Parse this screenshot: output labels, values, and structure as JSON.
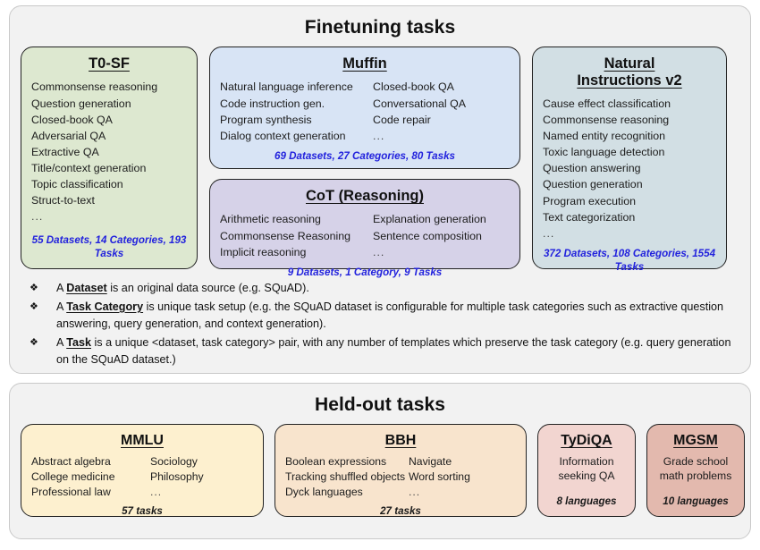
{
  "finetuning": {
    "title": "Finetuning tasks",
    "cards": [
      {
        "id": "t0sf",
        "title": "T0-SF",
        "columns": [
          [
            "Commonsense reasoning",
            "Question generation",
            "Closed-book QA",
            "Adversarial QA",
            "Extractive QA",
            "Title/context generation",
            "Topic classification",
            "Struct-to-text",
            "..."
          ]
        ],
        "stat": "55 Datasets, 14 Categories, 193 Tasks",
        "color": "#dde8d0"
      },
      {
        "id": "muffin",
        "title": "Muffin",
        "columns": [
          [
            "Natural language inference",
            "Code instruction gen.",
            "Program synthesis",
            "Dialog context generation"
          ],
          [
            "Closed-book QA",
            "Conversational QA",
            "Code repair",
            "..."
          ]
        ],
        "stat": "69 Datasets, 27 Categories, 80 Tasks",
        "color": "#d8e4f5"
      },
      {
        "id": "cot",
        "title": "CoT (Reasoning)",
        "columns": [
          [
            "Arithmetic reasoning",
            "Commonsense Reasoning",
            "Implicit reasoning"
          ],
          [
            "Explanation generation",
            "Sentence composition",
            "..."
          ]
        ],
        "stat": "9 Datasets, 1 Category, 9 Tasks",
        "color": "#d6d2e8"
      },
      {
        "id": "niv2",
        "title_line1": "Natural",
        "title_line2": "Instructions v2",
        "columns": [
          [
            "Cause effect classification",
            "Commonsense reasoning",
            "Named entity recognition",
            "Toxic language detection",
            "Question answering",
            "Question generation",
            "Program execution",
            "Text categorization",
            "..."
          ]
        ],
        "stat": "372 Datasets, 108 Categories, 1554 Tasks",
        "color": "#d2dfe4"
      }
    ],
    "legend": [
      {
        "bullet": "❖",
        "prefix": "A ",
        "term": "Dataset",
        "suffix": " is an original data source (e.g. SQuAD)."
      },
      {
        "bullet": "❖",
        "prefix": "A ",
        "term": "Task Category",
        "suffix": " is unique task setup (e.g. the SQuAD dataset is configurable for multiple task categories such as extractive question answering, query generation, and context generation)."
      },
      {
        "bullet": "❖",
        "prefix": "A ",
        "term": "Task",
        "suffix": " is a unique <dataset, task category> pair, with any number of templates which preserve the task category (e.g. query generation on the SQuAD dataset.)"
      }
    ]
  },
  "heldout": {
    "title": "Held-out tasks",
    "cards": [
      {
        "id": "mmlu",
        "title": "MMLU",
        "columns": [
          [
            "Abstract algebra",
            "College medicine",
            "Professional law"
          ],
          [
            "Sociology",
            "Philosophy",
            "..."
          ]
        ],
        "stat": "57 tasks",
        "color": "#fdf0cf"
      },
      {
        "id": "bbh",
        "title": "BBH",
        "columns": [
          [
            "Boolean expressions",
            "Tracking shuffled objects",
            "Dyck languages"
          ],
          [
            "Navigate",
            "Word sorting",
            "..."
          ]
        ],
        "stat": "27 tasks",
        "color": "#f8e4cd"
      },
      {
        "id": "tydiqa",
        "title": "TyDiQA",
        "columns": [
          [
            "Information",
            "seeking QA"
          ]
        ],
        "stat": "8 languages",
        "color": "#f2d5d0"
      },
      {
        "id": "mgsm",
        "title": "MGSM",
        "columns": [
          [
            "Grade school",
            "math problems"
          ],
          []
        ],
        "stat": "10 languages",
        "color": "#e3b9ae"
      }
    ]
  },
  "colors": {
    "stat_blue": "#2222dd",
    "section_bg": "#f2f2f2",
    "card_border": "#222222"
  }
}
